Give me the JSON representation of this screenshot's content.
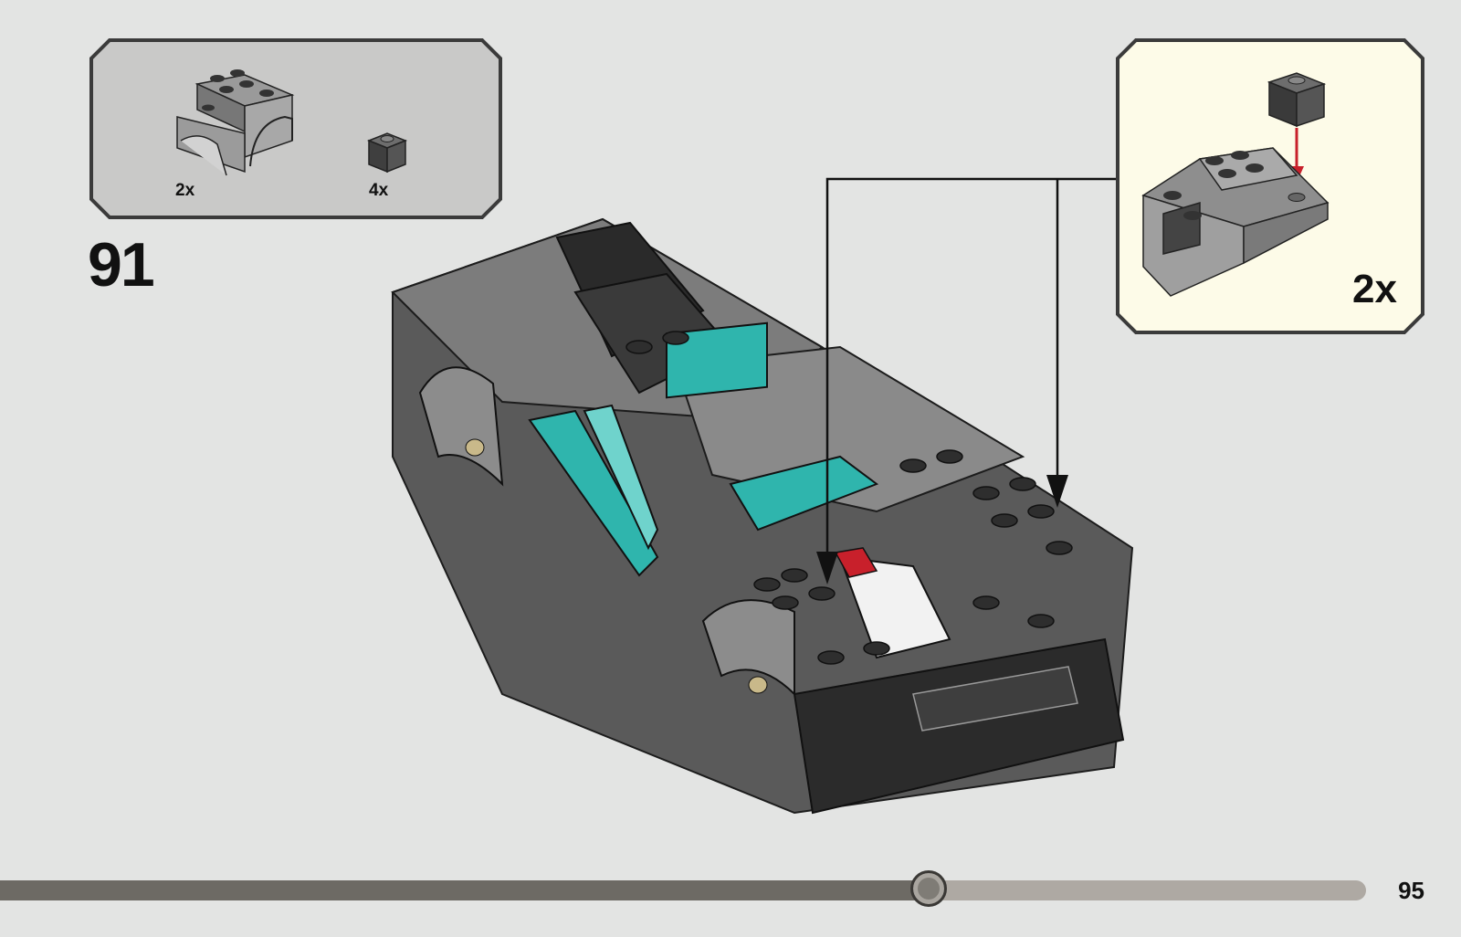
{
  "step": {
    "number": "91"
  },
  "parts_list": {
    "items": [
      {
        "name": "arch-brick",
        "qty": "2x"
      },
      {
        "name": "brick-1x1",
        "qty": "4x"
      }
    ]
  },
  "sub_assembly": {
    "qty": "2x"
  },
  "progress": {
    "fraction": 0.68
  },
  "page": {
    "number": "95"
  },
  "colors": {
    "background": "#e3e4e3",
    "subassembly_bg": "#fdfbe8",
    "teal": "#2fb5ad",
    "red": "#c8202b"
  }
}
